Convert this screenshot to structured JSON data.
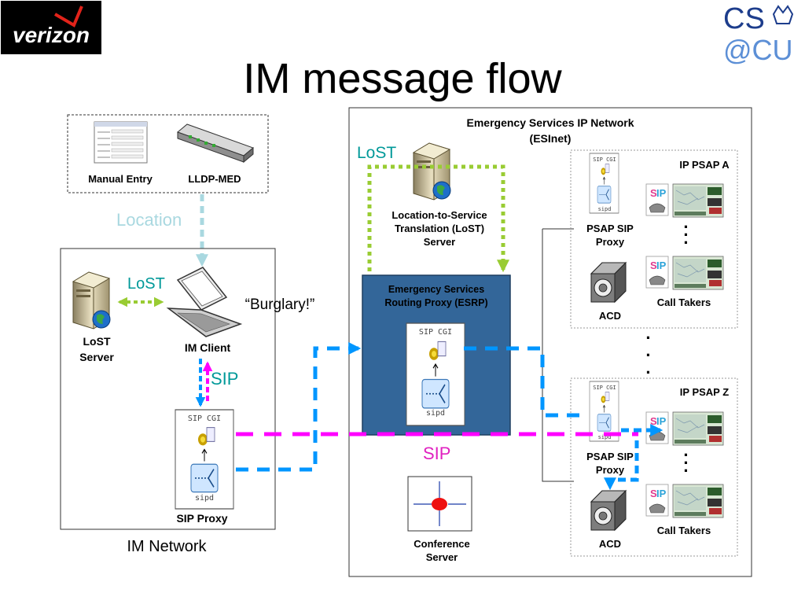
{
  "title": "IM message flow",
  "logos": {
    "left": "verizon",
    "right_top": "CS",
    "right_bottom": "@CU"
  },
  "location_sources": {
    "manual_entry": "Manual Entry",
    "lldp_med": "LLDP-MED"
  },
  "labels": {
    "location": "Location",
    "lost_left": "LoST",
    "lost_top": "LoST",
    "burglary": "“Burglary!”",
    "sip_left": "SIP",
    "sip_middle": "SIP"
  },
  "im_network": {
    "name": "IM Network",
    "lost_server": [
      "LoST",
      "Server"
    ],
    "im_client": "IM Client",
    "sip_proxy": "SIP Proxy"
  },
  "esinet": {
    "title_line1": "Emergency Services IP Network",
    "title_line2": "(ESInet)",
    "lost_service": [
      "Location-to-Service",
      "Translation (LoST)",
      "Server"
    ],
    "esrp": [
      "Emergency Services",
      "Routing Proxy (ESRP)"
    ],
    "conference": [
      "Conference",
      "Server"
    ]
  },
  "psap_a": {
    "name": "IP PSAP A",
    "proxy": [
      "PSAP SIP",
      "Proxy"
    ],
    "acd": "ACD",
    "call_takers": "Call Takers"
  },
  "psap_z": {
    "name": "IP PSAP Z",
    "proxy": [
      "PSAP SIP",
      "Proxy"
    ],
    "acd": "ACD",
    "call_takers": "Call Takers"
  },
  "sip_server_icon": {
    "top": "SIP CGI",
    "bottom": "sipd"
  },
  "ellipsis": "·",
  "colors": {
    "lost_green": "#99cc33",
    "location_blue": "#a9d8e0",
    "sip_blue": "#0096ff",
    "sip_magenta": "#ff00ff",
    "esrp_fill": "#336699",
    "label_teal": "#009999",
    "sip_label_magenta": "#e020c0"
  }
}
